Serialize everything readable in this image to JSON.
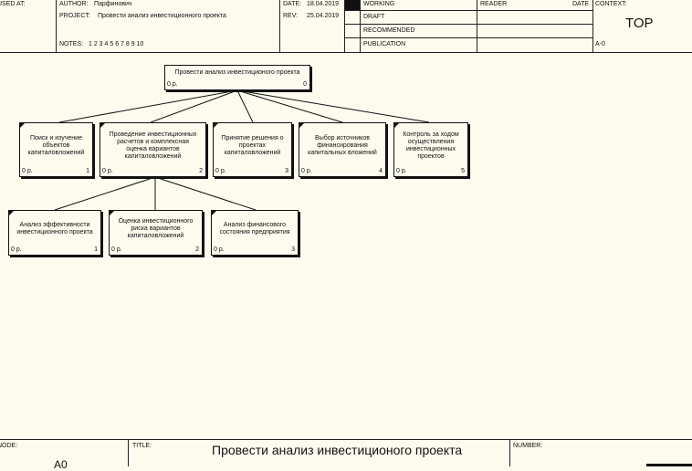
{
  "header": {
    "used_at": "USED AT:",
    "author_label": "AUTHOR:",
    "author": "Парфинович",
    "project_label": "PROJECT:",
    "project": "Провести анализ инвестиционного проекта",
    "date_label": "DATE:",
    "date": "18.04.2019",
    "rev_label": "REV:",
    "rev": "25.04.2019",
    "notes_label": "NOTES:",
    "notes": "1  2  3  4  5  6  7  8  9  10",
    "status": [
      "WORKING",
      "DRAFT",
      "RECOMMENDED",
      "PUBLICATION"
    ],
    "reader_label": "READER",
    "date2_label": "DATE",
    "context_label": "CONTEXT:",
    "context_value": "TOP",
    "node_ref": "A-0"
  },
  "diagram": {
    "parent": {
      "label": "Провести анализ инвестиционого проекта",
      "cost": "0 р.",
      "num": "0"
    },
    "level1": [
      {
        "label": "Поиск и изучение\nобъектов\nкапиталовложений",
        "cost": "0 р.",
        "num": "1"
      },
      {
        "label": "Проведение инвестиционных\nрасчетов и комплексная\nоценка вариантов\nкапиталовложений",
        "cost": "0 р.",
        "num": "2"
      },
      {
        "label": "Принятие решения о\nпроектах\nкапиталовложений",
        "cost": "0 р.",
        "num": "3"
      },
      {
        "label": "Выбор источников\nфинансирования\nкапитальных вложений",
        "cost": "0 р.",
        "num": "4"
      },
      {
        "label": "Контроль за ходом\nосуществления\nинвестиционных\nпроектов",
        "cost": "0 р.",
        "num": "5"
      }
    ],
    "level2": [
      {
        "label": "Анализ эффективности\nинвестиционного проекта",
        "cost": "0 р.",
        "num": "1"
      },
      {
        "label": "Оценка инвестиционного\nриска вариантов\nкапиталовложений",
        "cost": "0 р.",
        "num": "2"
      },
      {
        "label": "Анализ финансового\nсостояния предприятия",
        "cost": "0 р.",
        "num": "3"
      }
    ]
  },
  "footer": {
    "node_label": "NODE:",
    "node_value": "A0",
    "title_label": "TITLE:",
    "title": "Провести анализ инвестиционого проекта",
    "number_label": "NUMBER:"
  }
}
